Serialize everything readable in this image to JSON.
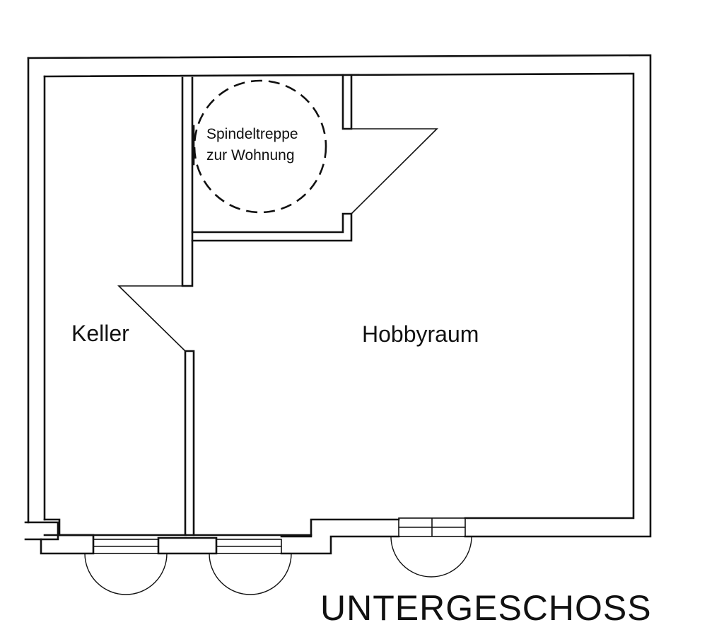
{
  "plan": {
    "title": "UNTERGESCHOSS",
    "rooms": {
      "keller": "Keller",
      "hobbyraum": "Hobbyraum"
    },
    "stair": {
      "line1": "Spindeltreppe",
      "line2": "zur Wohnung"
    }
  }
}
